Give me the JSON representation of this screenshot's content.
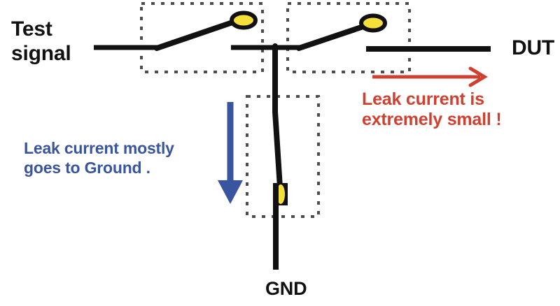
{
  "diagram": {
    "title_text_left": "Test\nsignal",
    "labels": {
      "test_signal": "Test\nsignal",
      "dut": "DUT",
      "gnd": "GND",
      "leak_ground_note": "Leak current mostly\ngoes to Ground .",
      "leak_small_note": "Leak current is\nextremely small !"
    },
    "colors": {
      "wire": "#111111",
      "contact_fill": "#f5e03a",
      "contact_stroke": "#111111",
      "dashed_box": "#4d4d4d",
      "blue_arrow": "#3a55a0",
      "blue_text": "#3a55a0",
      "red_arrow": "#cf4030",
      "red_text": "#cf4030",
      "background": "#ffffff"
    },
    "components": [
      {
        "name": "switch-1",
        "type": "open-relay-switch",
        "state": "open",
        "boxed": true
      },
      {
        "name": "switch-2",
        "type": "open-relay-switch",
        "state": "open",
        "boxed": true
      },
      {
        "name": "switch-ground",
        "type": "open-relay-switch",
        "state": "open",
        "boxed": true
      }
    ],
    "arrows": [
      {
        "name": "leak-to-ground-arrow",
        "direction": "down",
        "color": "#3a55a0"
      },
      {
        "name": "leak-to-dut-arrow",
        "direction": "right",
        "color": "#cf4030"
      }
    ]
  }
}
